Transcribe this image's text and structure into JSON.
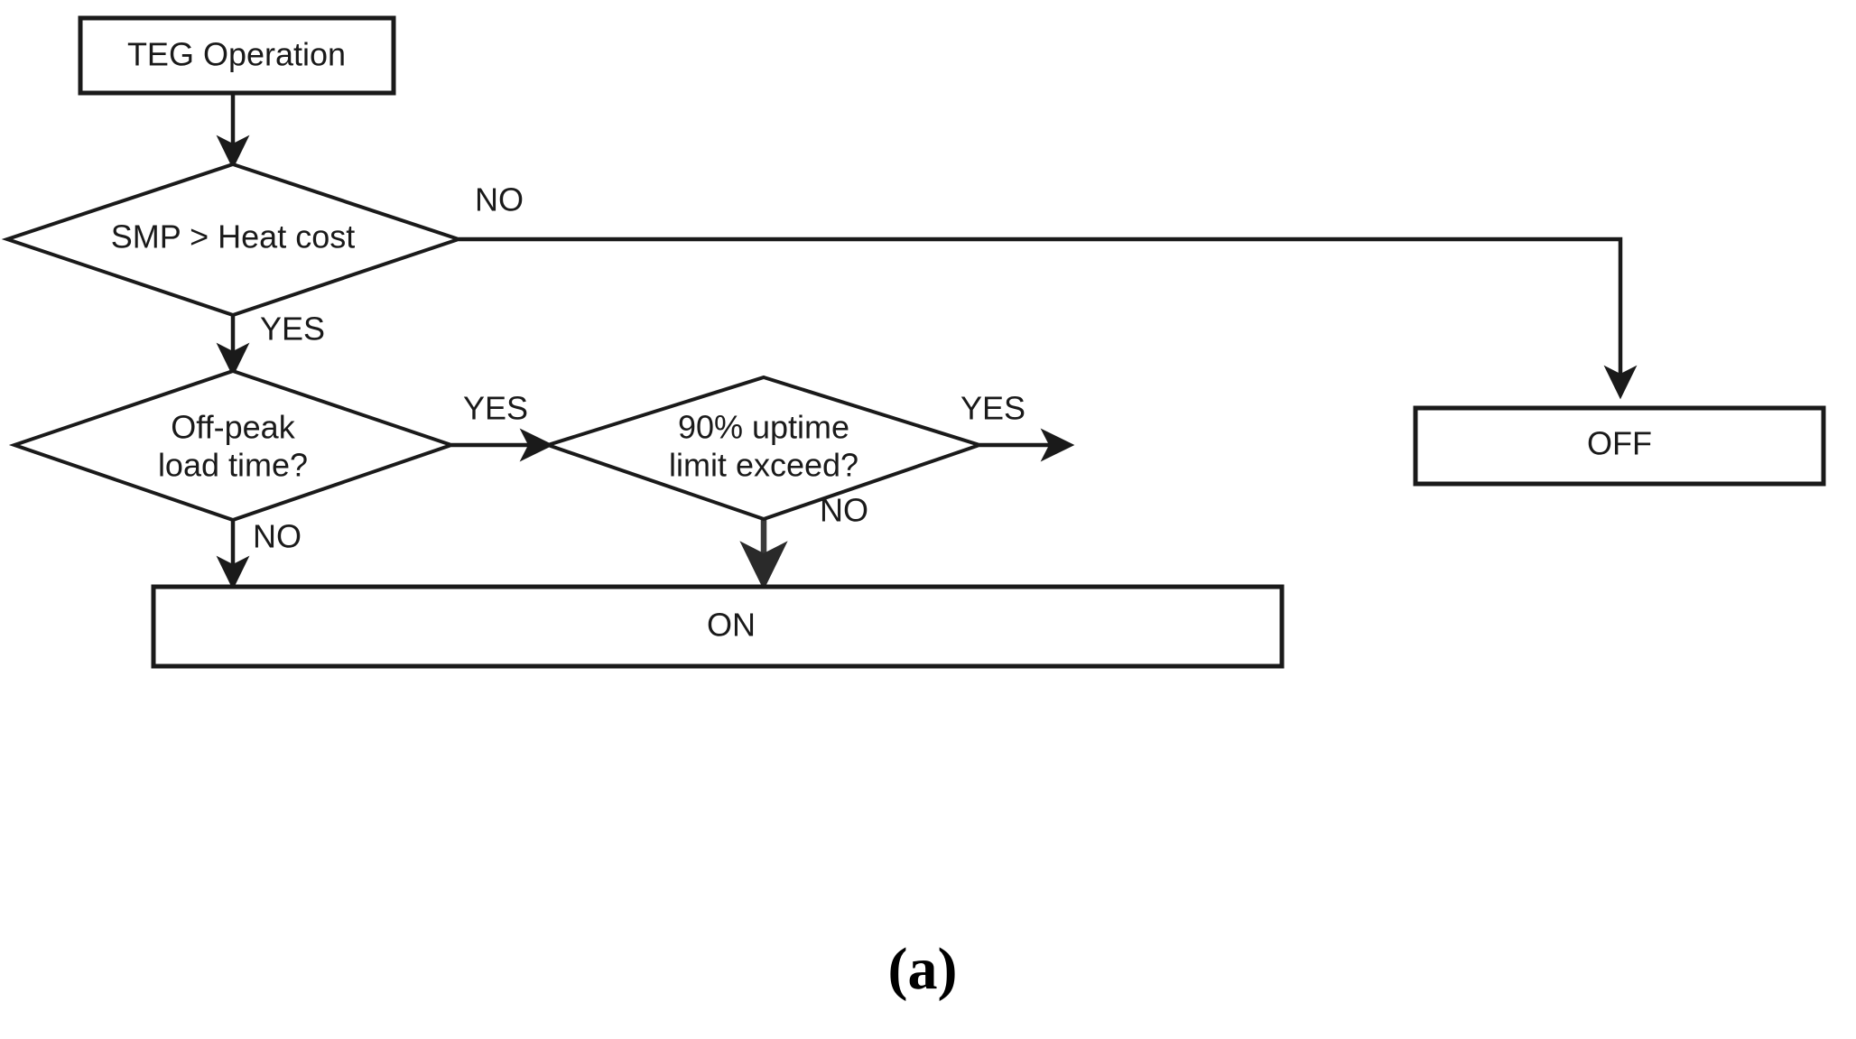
{
  "figure": {
    "caption": "(a)",
    "background_color": "#ffffff",
    "line_color": "#1a1a1a",
    "node_fill": "#ffffff"
  },
  "nodes": {
    "start": {
      "id": "teg-operation",
      "type": "process",
      "label": "TEG Operation"
    },
    "decision_smp": {
      "id": "smp-heat-cost",
      "type": "decision",
      "label": "SMP > Heat cost"
    },
    "decision_offpeak": {
      "id": "off-peak-load-time",
      "type": "decision",
      "label_line1": "Off-peak",
      "label_line2": "load time?"
    },
    "decision_uptime": {
      "id": "uptime-limit",
      "type": "decision",
      "label_line1": "90% uptime",
      "label_line2": "limit exceed?"
    },
    "terminal_off": {
      "id": "off",
      "type": "process",
      "label": "OFF"
    },
    "terminal_on": {
      "id": "on",
      "type": "process",
      "label": "ON"
    }
  },
  "edges": {
    "start_to_smp": {
      "label": ""
    },
    "smp_no": {
      "label": "NO",
      "from": "smp-heat-cost",
      "to": "off"
    },
    "smp_yes": {
      "label": "YES",
      "from": "smp-heat-cost",
      "to": "off-peak-load-time"
    },
    "offpeak_yes": {
      "label": "YES",
      "from": "off-peak-load-time",
      "to": "uptime-limit"
    },
    "offpeak_no": {
      "label": "NO",
      "from": "off-peak-load-time",
      "to": "on"
    },
    "uptime_yes": {
      "label": "YES",
      "from": "uptime-limit",
      "to": "off"
    },
    "uptime_no": {
      "label": "NO",
      "from": "uptime-limit",
      "to": "on"
    }
  }
}
